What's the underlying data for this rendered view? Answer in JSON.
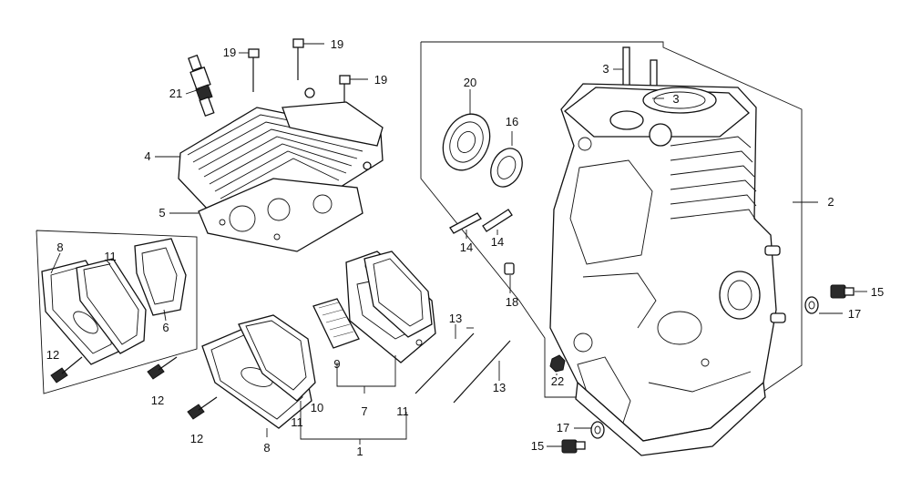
{
  "diagram": {
    "callouts": [
      {
        "id": "c1",
        "text": "1"
      },
      {
        "id": "c2",
        "text": "2"
      },
      {
        "id": "c3a",
        "text": "3"
      },
      {
        "id": "c3b",
        "text": "3"
      },
      {
        "id": "c4",
        "text": "4"
      },
      {
        "id": "c5",
        "text": "5"
      },
      {
        "id": "c6",
        "text": "6"
      },
      {
        "id": "c7",
        "text": "7"
      },
      {
        "id": "c8a",
        "text": "8"
      },
      {
        "id": "c8b",
        "text": "8"
      },
      {
        "id": "c9",
        "text": "9"
      },
      {
        "id": "c10",
        "text": "10"
      },
      {
        "id": "c11a",
        "text": "11"
      },
      {
        "id": "c11b",
        "text": "11"
      },
      {
        "id": "c11c",
        "text": "11"
      },
      {
        "id": "c12a",
        "text": "12"
      },
      {
        "id": "c12b",
        "text": "12"
      },
      {
        "id": "c12c",
        "text": "12"
      },
      {
        "id": "c13a",
        "text": "13"
      },
      {
        "id": "c13b",
        "text": "13"
      },
      {
        "id": "c14a",
        "text": "14"
      },
      {
        "id": "c14b",
        "text": "14"
      },
      {
        "id": "c15a",
        "text": "15"
      },
      {
        "id": "c15b",
        "text": "15"
      },
      {
        "id": "c16",
        "text": "16"
      },
      {
        "id": "c17a",
        "text": "17"
      },
      {
        "id": "c17b",
        "text": "17"
      },
      {
        "id": "c18",
        "text": "18"
      },
      {
        "id": "c19a",
        "text": "19"
      },
      {
        "id": "c19b",
        "text": "19"
      },
      {
        "id": "c19c",
        "text": "19"
      },
      {
        "id": "c20",
        "text": "20"
      },
      {
        "id": "c21",
        "text": "21"
      },
      {
        "id": "c22",
        "text": "22"
      }
    ],
    "parts": [
      "spark-plug",
      "cylinder-head",
      "head-gasket",
      "head-bolt",
      "rocker-cover",
      "rocker-cover-gasket",
      "breather-plate",
      "flange-bolt",
      "breather-element",
      "stud-bolt",
      "dowel-pin",
      "bearing",
      "oil-seal",
      "crankcase",
      "plug-bolt",
      "washer",
      "nut"
    ]
  }
}
